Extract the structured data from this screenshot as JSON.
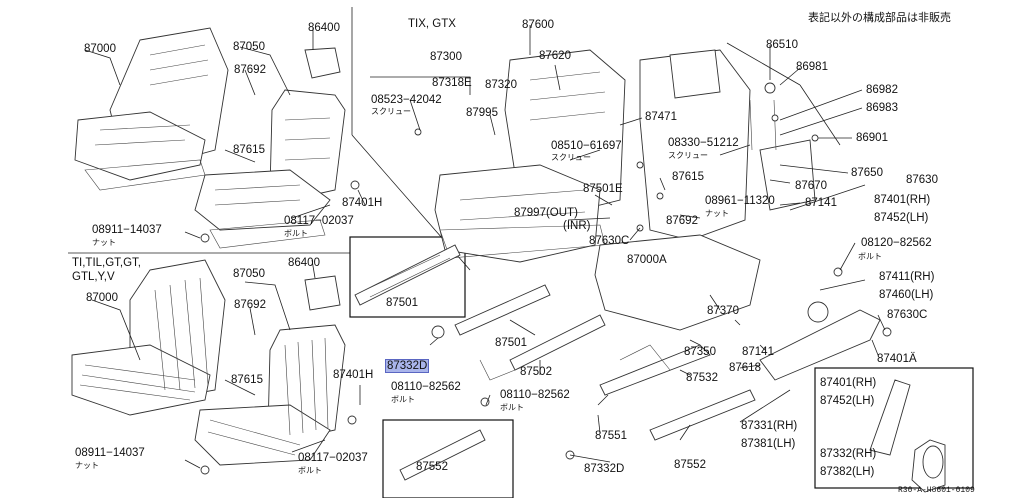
{
  "header_note": "表記以外の構成部品は非販売",
  "drawing_code": "R30-A-H8601-0109",
  "group_labels": {
    "tix_gtx": "TIX, GTX",
    "ti_group_line1": "TI,TIL,GT,GT,",
    "ti_group_line2": "GTL,Y,V"
  },
  "annotations": {
    "screw_a": "スクリュー",
    "screw_b": "スクリュー",
    "screw_c": "スクリュー",
    "nut_a": "ナット",
    "nut_b": "ナット",
    "nut_c": "ナット",
    "bolt_a": "ボルト",
    "bolt_b": "ボルト",
    "bolt_c": "ボルト",
    "bolt_d": "ボルト",
    "bolt_e": "ボルト"
  },
  "highlighted_part": "87332D",
  "parts": {
    "p87000_top": "87000",
    "p87050_top": "87050",
    "p86400_top": "86400",
    "p87692_top": "87692",
    "p87615_top": "87615",
    "p87401H_top": "87401H",
    "p08911_top": "08911−14037",
    "p08117_top": "08117−02037",
    "p87000_bot": "87000",
    "p87050_bot": "87050",
    "p86400_bot": "86400",
    "p87692_bot": "87692",
    "p87615_bot": "87615",
    "p87401H_bot": "87401H",
    "p08911_bot": "08911−14037",
    "p08117_bot": "08117−02037",
    "p87300": "87300",
    "p87318E": "87318E",
    "p87320": "87320",
    "p08523": "08523−42042",
    "p87995": "87995",
    "p87600": "87600",
    "p87620": "87620",
    "p87471": "87471",
    "p08510": "08510−61697",
    "p87501E": "87501E",
    "p87997": "87997(OUT)",
    "p87997_inr": "(INR)",
    "p87630C_mid": "87630C",
    "p87000A": "87000A",
    "p87501_box": "87501",
    "p87501_mid": "87501",
    "p87332D_hl": "87332D",
    "p08110_left": "08110−82562",
    "p08110_mid": "08110−82562",
    "p87502": "87502",
    "p87552_left": "87552",
    "p87551": "87551",
    "p87332D_bot": "87332D",
    "p87552_mid": "87552",
    "p87532": "87532",
    "p87350": "87350",
    "p87370": "87370",
    "p87141_mid": "87141",
    "p87618": "87618",
    "p86510": "86510",
    "p86981": "86981",
    "p86982": "86982",
    "p86983": "86983",
    "p86901": "86901",
    "p08330": "08330−51212",
    "p87650": "87650",
    "p87615_r": "87615",
    "p87670": "87670",
    "p87630": "87630",
    "p08961": "08961−11320",
    "p87141_r": "87141",
    "p87401_rh": "87401(RH)",
    "p87452_lh": "87452(LH)",
    "p87692_r": "87692",
    "p08120": "08120−82562",
    "p87411_rh": "87411(RH)",
    "p87460_lh": "87460(LH)",
    "p87630C_r": "87630C",
    "p87401A": "87401Ä",
    "p87331_rh": "87331(RH)",
    "p87381_lh": "87381(LH)",
    "inset_87401_rh": "87401(RH)",
    "inset_87452_lh": "87452(LH)",
    "inset_87332_rh": "87332(RH)",
    "inset_87382_lh": "87382(LH)"
  }
}
